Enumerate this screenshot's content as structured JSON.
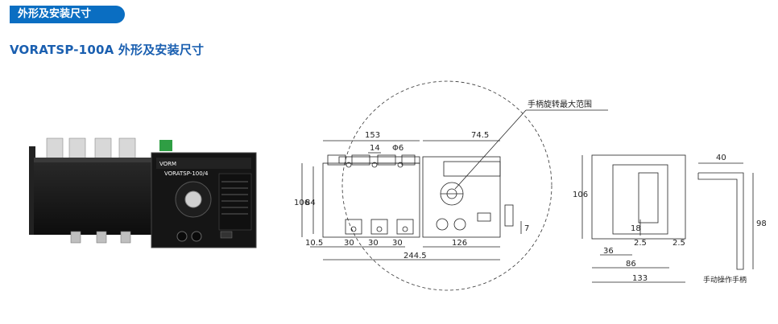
{
  "header": {
    "tab_label": "外形及安装尺寸",
    "title": "VORATSP-100A 外形及安装尺寸"
  },
  "device": {
    "brand": "VORM",
    "model": "VORATSP-100/4"
  },
  "front_view": {
    "annotation": "手柄旋转最大范围",
    "dims": {
      "w153": "153",
      "w74_5": "74.5",
      "w14": "14",
      "phi6": "Φ6",
      "h106": "106",
      "h84": "84",
      "h7": "7",
      "w10_5": "10.5",
      "w30a": "30",
      "w30b": "30",
      "w30c": "30",
      "w126": "126",
      "w244_5": "244.5"
    }
  },
  "side_view": {
    "dims": {
      "h106": "106",
      "h18": "18",
      "w2_5a": "2.5",
      "w2_5b": "2.5",
      "w36": "36",
      "w86": "86",
      "w133": "133"
    }
  },
  "handle_view": {
    "label": "手动操作手柄",
    "dims": {
      "w40": "40",
      "h98": "98"
    }
  },
  "colors": {
    "tab_bg": "#0a6ec2",
    "title": "#1a5fb0"
  }
}
